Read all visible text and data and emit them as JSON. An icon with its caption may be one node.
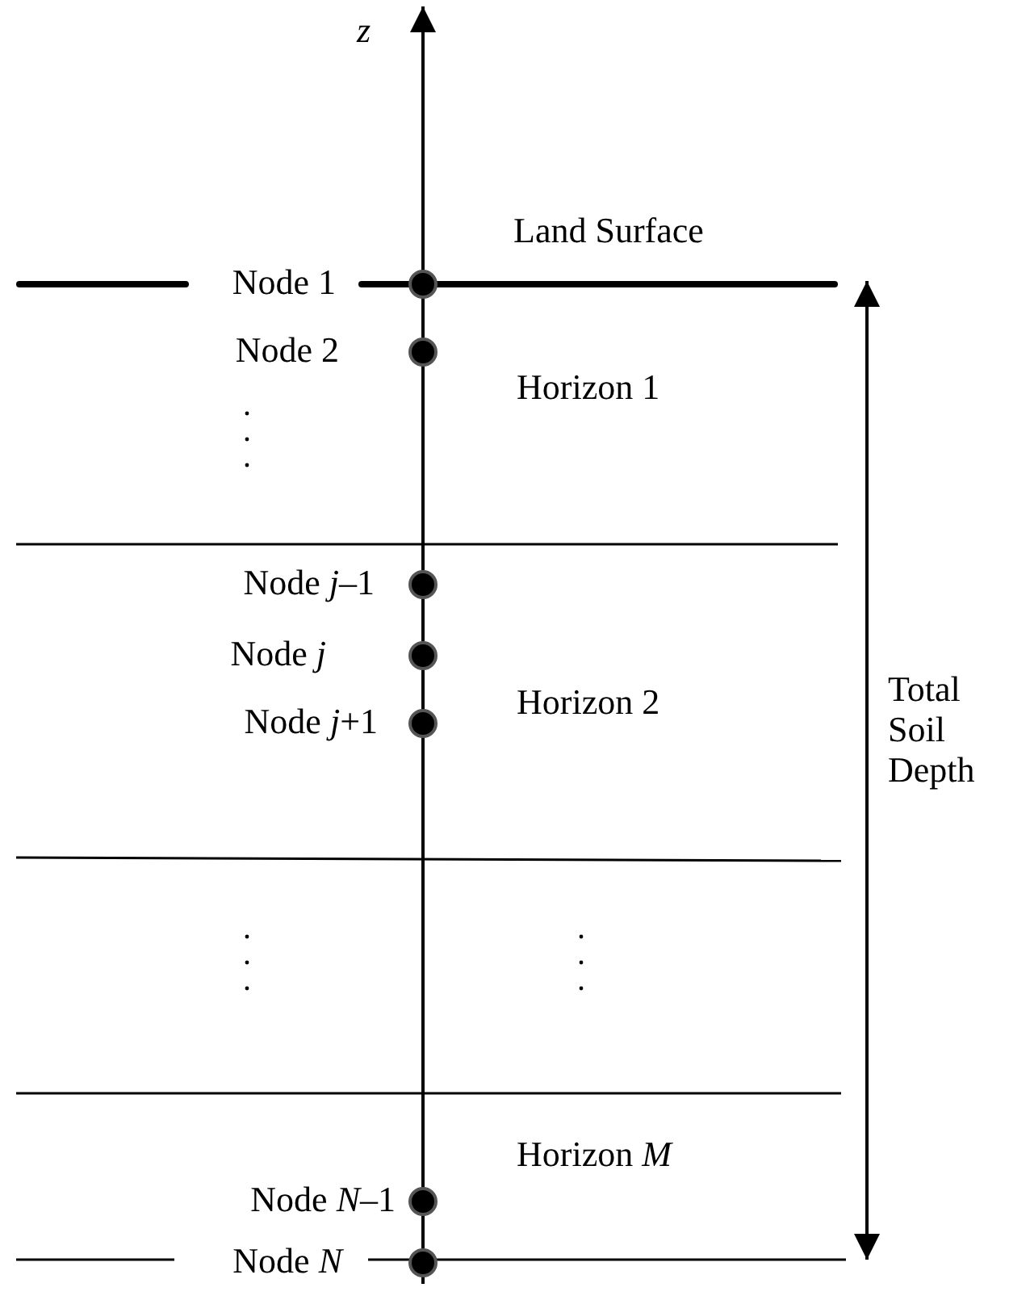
{
  "diagram": {
    "nodes": [
      {
        "text": [],
        "shape": "circle",
        "beside": [
          "Node 1"
        ]
      },
      {
        "text": [],
        "shape": "circle",
        "beside": [
          "Node 2"
        ]
      },
      {
        "text": [],
        "shape": "circle",
        "beside": [
          "Node *j*–1"
        ]
      },
      {
        "text": [],
        "shape": "circle",
        "beside": [
          "Node *j*"
        ]
      },
      {
        "text": [],
        "shape": "circle",
        "beside": [
          "Node *j*+1"
        ]
      },
      {
        "text": [],
        "shape": "circle",
        "beside": [
          "Node *N*–1"
        ]
      },
      {
        "text": [],
        "shape": "circle",
        "beside": [
          "Node *N*"
        ]
      }
    ],
    "labels": [
      "z",
      "Land Surface",
      "Horizon 1",
      "Horizon 2",
      "Horizon *M*",
      "Total Soil Depth"
    ]
  }
}
